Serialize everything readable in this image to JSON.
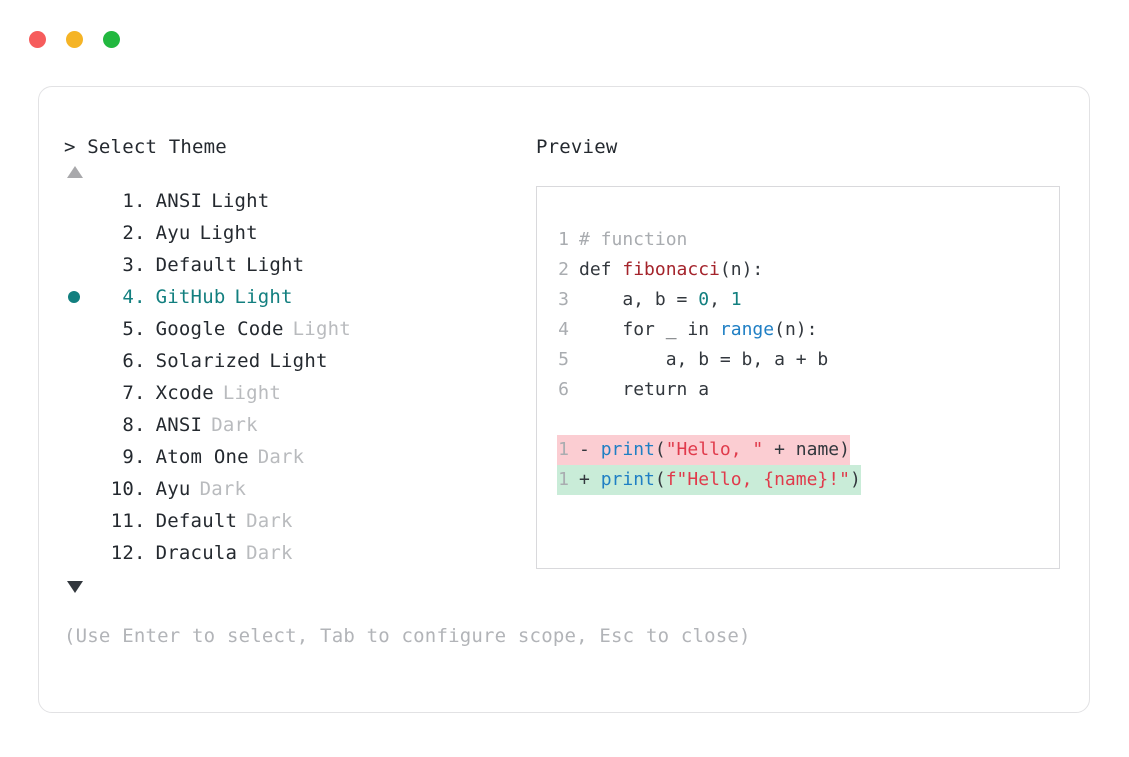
{
  "window": {
    "traffic_lights": [
      {
        "name": "close",
        "color": "#f65c5c"
      },
      {
        "name": "minimize",
        "color": "#f5b426"
      },
      {
        "name": "maximize",
        "color": "#22b83f"
      }
    ]
  },
  "prompt": {
    "marker": ">",
    "title": "Select Theme",
    "full": "> Select Theme"
  },
  "scroll": {
    "up_icon": "triangle-up-icon",
    "down_icon": "triangle-down-icon"
  },
  "themes": {
    "selected_index": 4,
    "items": [
      {
        "index": "1",
        "number": "1.",
        "name": "ANSI",
        "suffix": "Light",
        "suffix_muted": false,
        "selected": false
      },
      {
        "index": "2",
        "number": "2.",
        "name": "Ayu",
        "suffix": "Light",
        "suffix_muted": false,
        "selected": false
      },
      {
        "index": "3",
        "number": "3.",
        "name": "Default",
        "suffix": "Light",
        "suffix_muted": false,
        "selected": false
      },
      {
        "index": "4",
        "number": "4.",
        "name": "GitHub",
        "suffix": "Light",
        "suffix_muted": false,
        "selected": true
      },
      {
        "index": "5",
        "number": "5.",
        "name": "Google Code",
        "suffix": "Light",
        "suffix_muted": true,
        "selected": false
      },
      {
        "index": "6",
        "number": "6.",
        "name": "Solarized",
        "suffix": "Light",
        "suffix_muted": false,
        "selected": false
      },
      {
        "index": "7",
        "number": "7.",
        "name": "Xcode",
        "suffix": "Light",
        "suffix_muted": true,
        "selected": false
      },
      {
        "index": "8",
        "number": "8.",
        "name": "ANSI",
        "suffix": "Dark",
        "suffix_muted": true,
        "selected": false
      },
      {
        "index": "9",
        "number": "9.",
        "name": "Atom One",
        "suffix": "Dark",
        "suffix_muted": true,
        "selected": false
      },
      {
        "index": "10",
        "number": "10.",
        "name": "Ayu",
        "suffix": "Dark",
        "suffix_muted": true,
        "selected": false
      },
      {
        "index": "11",
        "number": "11.",
        "name": "Default",
        "suffix": "Dark",
        "suffix_muted": true,
        "selected": false
      },
      {
        "index": "12",
        "number": "12.",
        "name": "Dracula",
        "suffix": "Dark",
        "suffix_muted": true,
        "selected": false
      }
    ]
  },
  "preview": {
    "label": "Preview",
    "code_lines": [
      {
        "num": "1",
        "text": "# function"
      },
      {
        "num": "2",
        "text": "def fibonacci(n):"
      },
      {
        "num": "3",
        "text": "    a, b = 0, 1"
      },
      {
        "num": "4",
        "text": "    for _ in range(n):"
      },
      {
        "num": "5",
        "text": "        a, b = b, a + b"
      },
      {
        "num": "6",
        "text": "    return a"
      }
    ],
    "diff_lines": [
      {
        "num": "1",
        "sign": "-",
        "text": "print(\"Hello, \" + name)",
        "kind": "deleted"
      },
      {
        "num": "1",
        "sign": "+",
        "text": "print(f\"Hello, {name}!\")",
        "kind": "added"
      }
    ],
    "colors": {
      "comment": "#a9acb0",
      "function": "#a4232b",
      "number": "#127f7f",
      "builtin": "#1f7fc4",
      "string": "#e03a4b",
      "diff_deleted_bg": "#fbcdd2",
      "diff_added_bg": "#c9ecd8"
    }
  },
  "hint": "(Use Enter to select, Tab to configure scope, Esc to close)",
  "accent_color": "#127f7f"
}
